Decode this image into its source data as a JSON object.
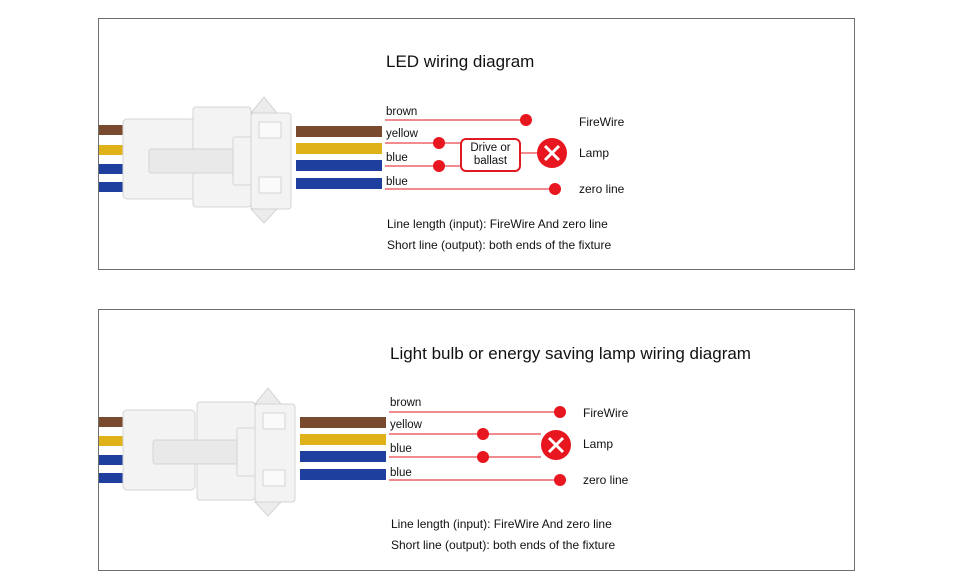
{
  "diagrams": [
    {
      "title": "LED wiring diagram",
      "wires": [
        {
          "color_name": "brown",
          "hex": "#7a4a2e"
        },
        {
          "color_name": "yellow",
          "hex": "#e0b21a"
        },
        {
          "color_name": "blue",
          "hex": "#1e3f9e"
        },
        {
          "color_name": "blue",
          "hex": "#1e3f9e"
        }
      ],
      "endpoints": {
        "firewire": "FireWire",
        "lamp": "Lamp",
        "zero": "zero line"
      },
      "driver_label": "Drive or\nballast",
      "notes": [
        "Line length (input): FireWire And zero line",
        "Short line (output): both ends of the fixture"
      ]
    },
    {
      "title": "Light bulb or energy saving lamp wiring diagram",
      "wires": [
        {
          "color_name": "brown",
          "hex": "#7a4a2e"
        },
        {
          "color_name": "yellow",
          "hex": "#e0b21a"
        },
        {
          "color_name": "blue",
          "hex": "#1e3f9e"
        },
        {
          "color_name": "blue",
          "hex": "#1e3f9e"
        }
      ],
      "endpoints": {
        "firewire": "FireWire",
        "lamp": "Lamp",
        "zero": "zero line"
      },
      "notes": [
        "Line length (input): FireWire And zero line",
        "Short line (output): both ends of the fixture"
      ]
    }
  ],
  "colors": {
    "line": "#e01a22",
    "node": "#e8161e",
    "border": "#6e6e6e"
  },
  "icons": {
    "lamp": "lamp-cross-icon",
    "connector": "connector-plug-icon"
  }
}
